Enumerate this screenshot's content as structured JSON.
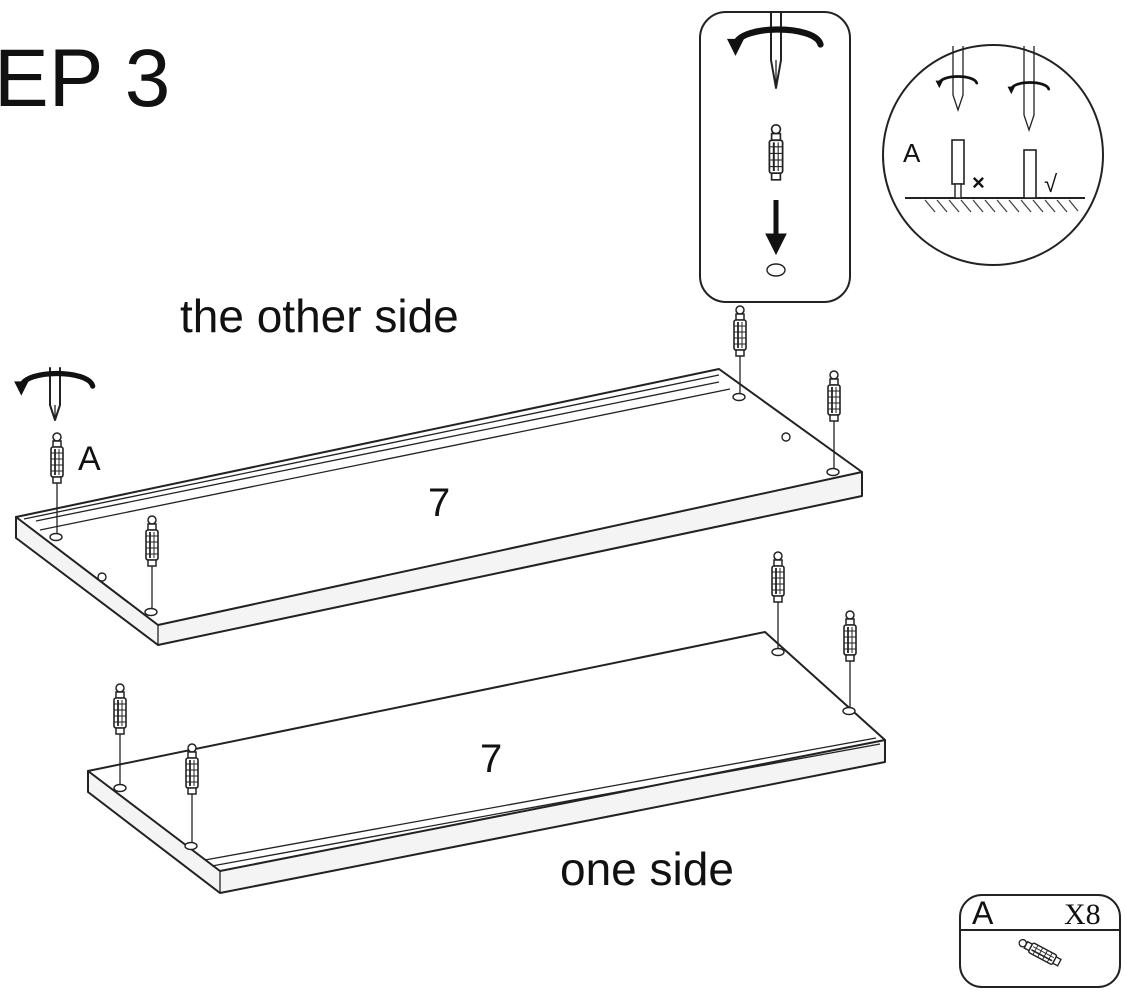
{
  "step_title": "EP 3",
  "labels": {
    "other_side": "the other side",
    "one_side": "one side",
    "part_upper": "7",
    "part_lower": "7",
    "fitting_letter_main": "A",
    "detail_letter": "A",
    "detail_wrong_mark": "×",
    "detail_right_mark": "√"
  },
  "parts_box": {
    "letter": "A",
    "quantity": "X8"
  },
  "icons": [
    "screwdriver-icon",
    "rotate-arrow-icon",
    "cam-bolt-icon",
    "down-arrow-icon"
  ]
}
